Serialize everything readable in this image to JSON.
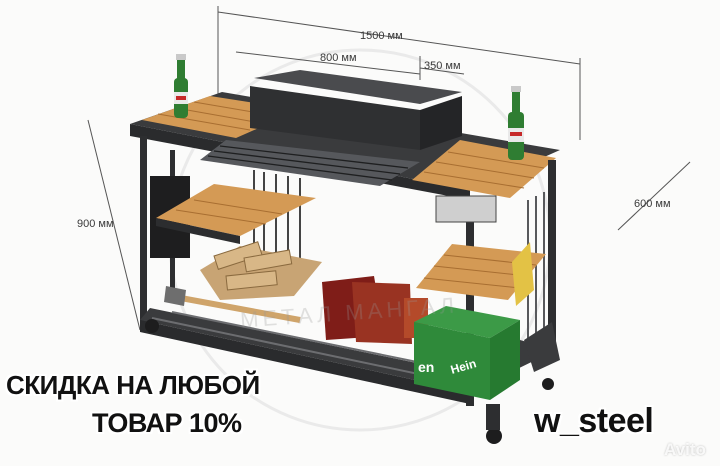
{
  "dimensions": {
    "width_total": "1500 мм",
    "grill_width": "800 мм",
    "side_offset": "350 мм",
    "height": "900 мм",
    "depth": "600 мм"
  },
  "promo": {
    "line1": "СКИДКА НА ЛЮБОЙ",
    "line2": "ТОВАР 10%"
  },
  "brand": "w_steel",
  "watermark_text": "МЕТАЛ МАНГАЛ",
  "avito_mark": "Avito",
  "colors": {
    "steel": "#3d3e40",
    "wood": "#d49a55",
    "bottle": "#2f7d32",
    "crate": "#2f8a3a",
    "text": "#111111"
  },
  "icons": [
    "bottle-icon",
    "logo-watermark-icon"
  ]
}
